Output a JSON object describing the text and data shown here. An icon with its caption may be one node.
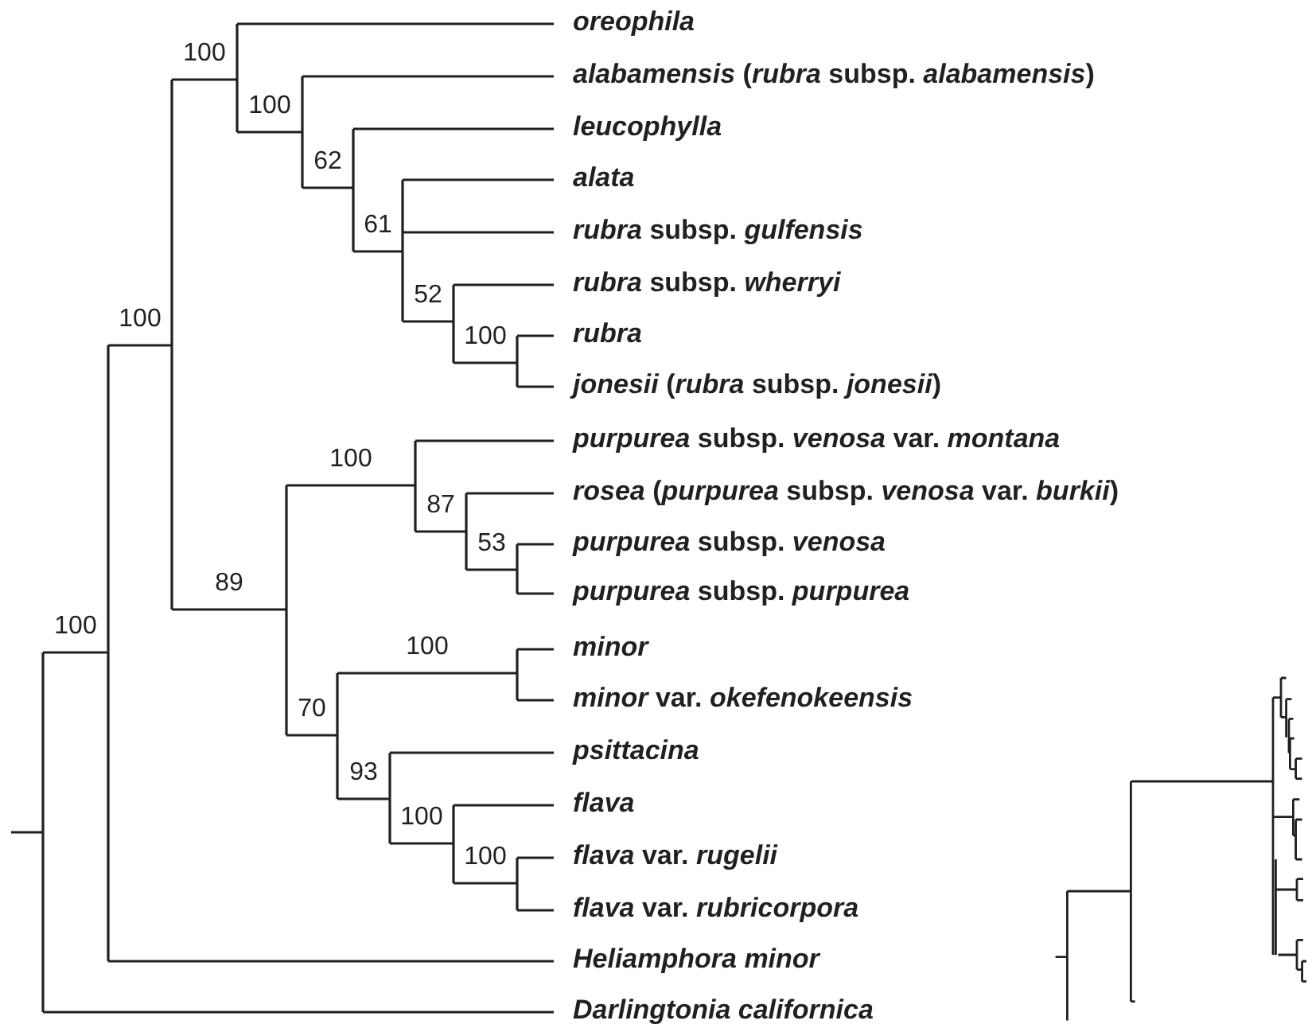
{
  "diagram": {
    "nodes": [
      {
        "text": [
          "*oreophila*"
        ]
      },
      {
        "text": [
          "*alabamensis* (*rubra* subsp. *alabamensis*)"
        ]
      },
      {
        "text": [
          "*leucophylla*"
        ]
      },
      {
        "text": [
          "*alata*"
        ]
      },
      {
        "text": [
          "*rubra* subsp. *gulfensis*"
        ]
      },
      {
        "text": [
          "*rubra* subsp. *wherryi*"
        ]
      },
      {
        "text": [
          "*rubra*"
        ]
      },
      {
        "text": [
          "*jonesii* (*rubra* subsp. *jonesii*)"
        ]
      },
      {
        "text": [
          "*purpurea* subsp. *venosa* var. *montana*"
        ]
      },
      {
        "text": [
          "*rosea* (*purpurea* subsp. *venosa* var. *burkii*)"
        ]
      },
      {
        "text": [
          "*purpurea* subsp. *venosa*"
        ]
      },
      {
        "text": [
          "*purpurea* subsp. *purpurea*"
        ]
      },
      {
        "text": [
          "*minor*"
        ]
      },
      {
        "text": [
          "*minor* var. *okefenokeensis*"
        ]
      },
      {
        "text": [
          "*psittacina*"
        ]
      },
      {
        "text": [
          "*flava*"
        ]
      },
      {
        "text": [
          "*flava* var. *rugelii*"
        ]
      },
      {
        "text": [
          "*flava* var. *rubricorpora*"
        ]
      },
      {
        "text": [
          "*Heliamphora minor*"
        ]
      },
      {
        "text": [
          "*Darlingtonia californica*"
        ]
      }
    ],
    "labels": [
      "100",
      "100",
      "62",
      "61",
      "52",
      "100",
      "100",
      "100",
      "87",
      "53",
      "89",
      "100",
      "100",
      "70",
      "93",
      "100",
      "100"
    ]
  }
}
